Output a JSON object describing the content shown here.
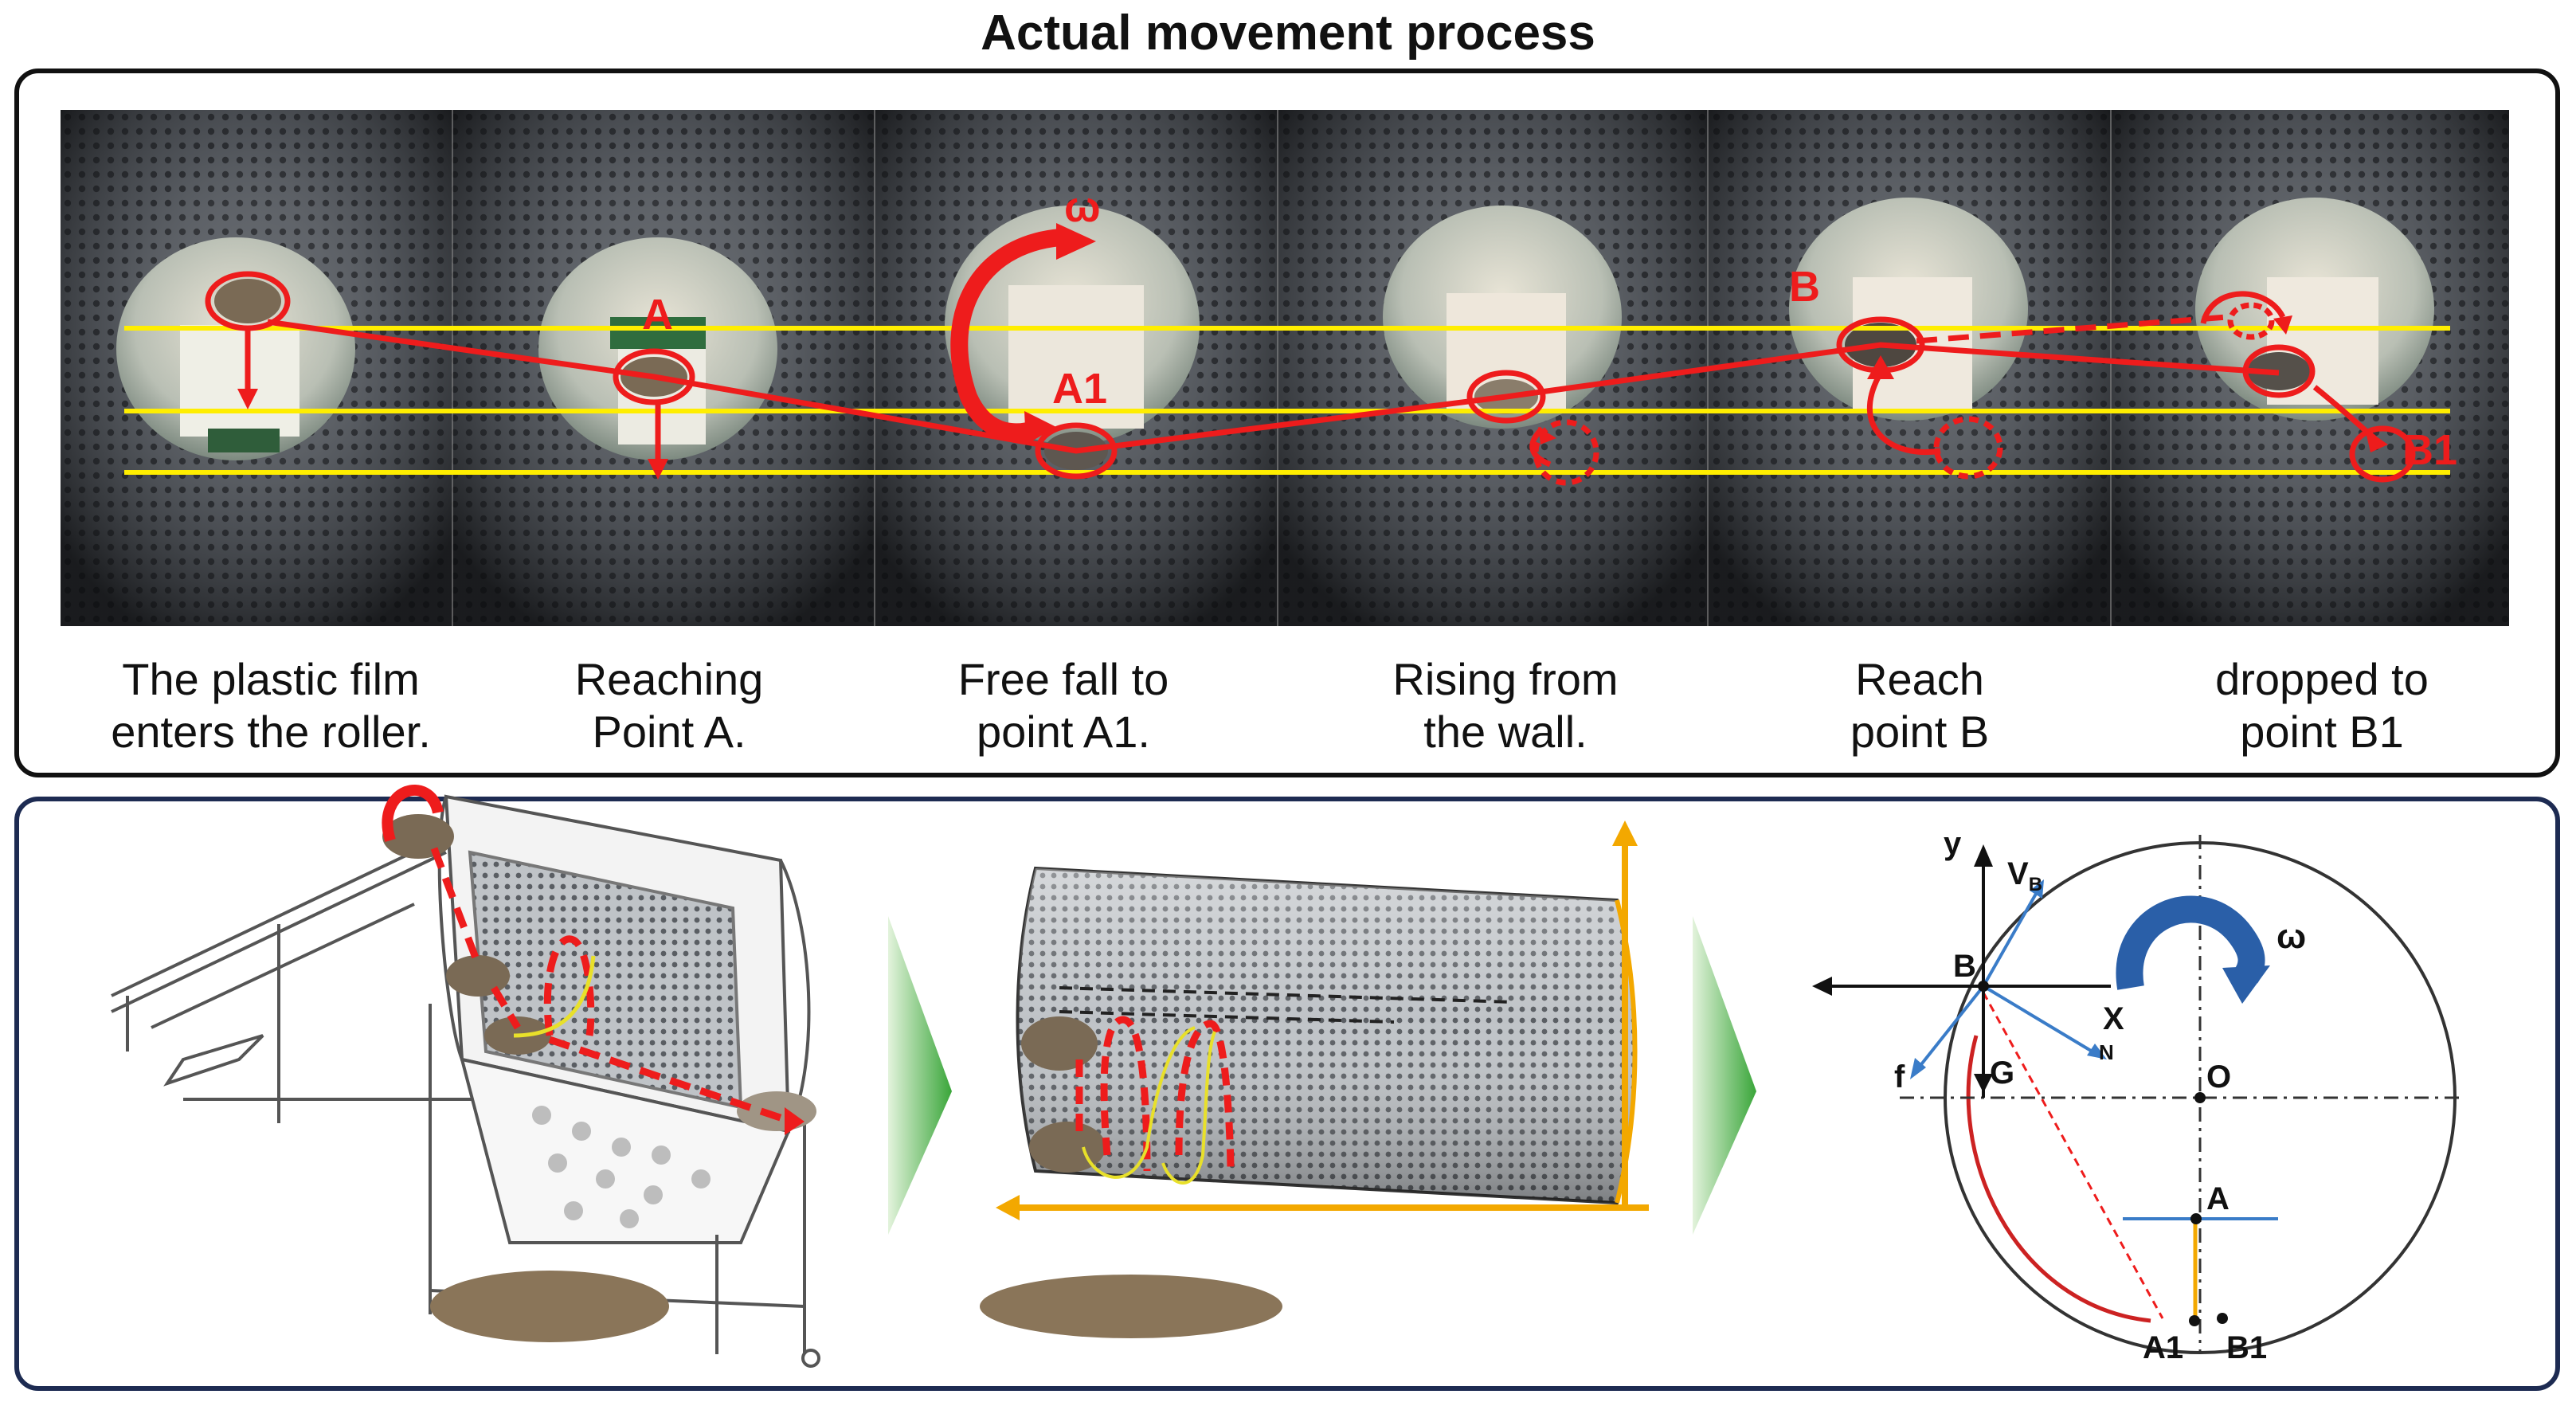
{
  "title": "Actual movement process",
  "stages": [
    {
      "caption_line1": "The plastic film",
      "caption_line2": "enters the roller."
    },
    {
      "caption_line1": "Reaching",
      "caption_line2": "Point A."
    },
    {
      "caption_line1": "Free fall to",
      "caption_line2": "point A1."
    },
    {
      "caption_line1": "Rising from",
      "caption_line2": "the wall."
    },
    {
      "caption_line1": "Reach",
      "caption_line2": "point B"
    },
    {
      "caption_line1": "dropped to",
      "caption_line2": "point B1"
    }
  ],
  "photo_labels": {
    "omega": "ω",
    "A": "A",
    "A1": "A1",
    "B": "B",
    "B1": "B1"
  },
  "force_diagram": {
    "y": "y",
    "X": "X",
    "V": "V",
    "V_sub": "B",
    "B": "B",
    "N": "N",
    "f": "f",
    "G": "G",
    "O": "O",
    "A": "A",
    "A1": "A1",
    "B1": "B1",
    "omega": "ω"
  },
  "colors": {
    "path": "#ee1c1c",
    "guide_lines": "#ffee00",
    "panel_border_top": "#111111",
    "panel_border_bottom": "#1d2b52",
    "arrow_gold": "#f3a800",
    "chevron": "#3aa63a",
    "omega_arrow": "#2a5fa8",
    "velocity": "#3a7cc8"
  }
}
